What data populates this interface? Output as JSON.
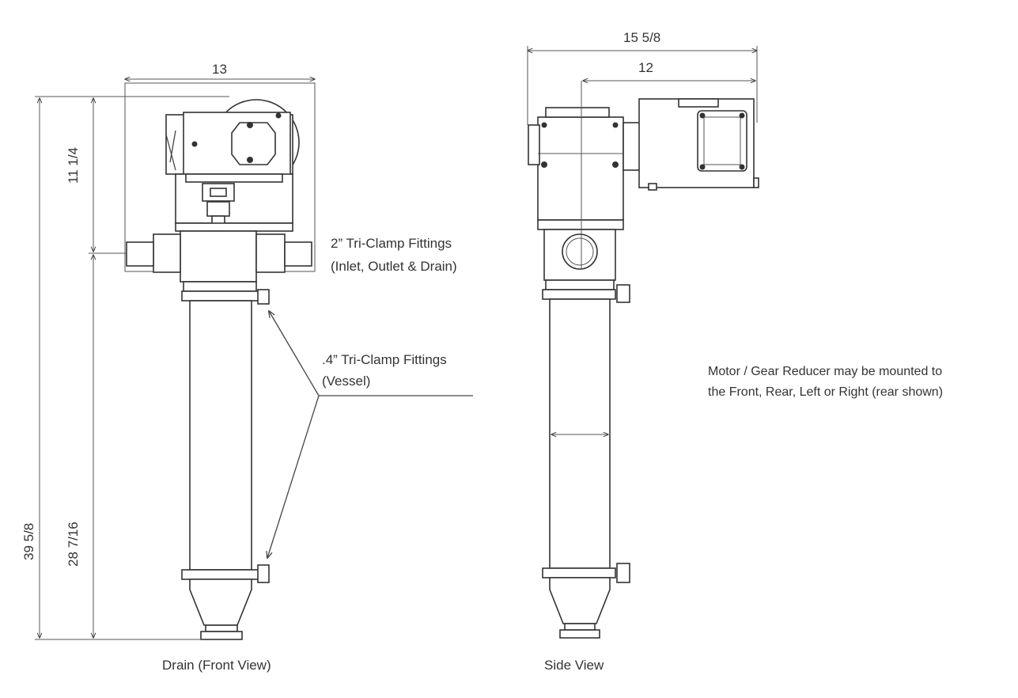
{
  "dimensions": {
    "front_width": "13",
    "front_top_height": "11 1/4",
    "front_lower_height": "28 7/16",
    "front_total_height": "39 5/8",
    "side_total_width": "15 5/8",
    "side_motor_width": "12"
  },
  "callouts": {
    "fittings_2in_line1": "2” Tri-Clamp Fittings",
    "fittings_2in_line2": "(Inlet, Outlet & Drain)",
    "fittings_4in_line1": ".4” Tri-Clamp Fittings",
    "fittings_4in_line2": "(Vessel)",
    "motor_note_line1": "Motor / Gear Reducer may be mounted to",
    "motor_note_line2": "the Front, Rear, Left or Right (rear shown)"
  },
  "captions": {
    "front_view": "Drain (Front View)",
    "side_view": "Side View"
  },
  "colors": {
    "line": "#444444",
    "text": "#333333",
    "background": "#ffffff"
  }
}
